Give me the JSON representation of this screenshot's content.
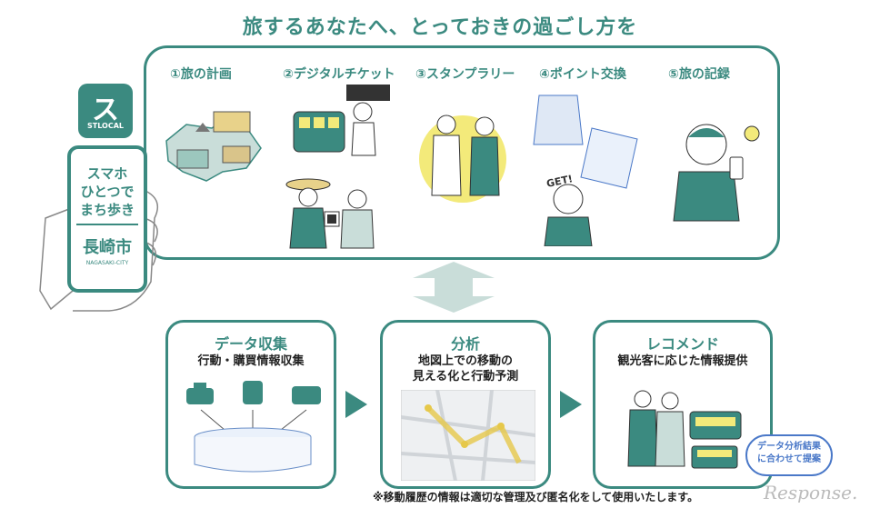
{
  "headline": "旅するあなたへ、とっておきの過ごし方を",
  "app": {
    "icon_glyph": "ス",
    "icon_name": "STLOCAL",
    "phone_lines": [
      "スマホ",
      "ひとつで",
      "まち歩き"
    ],
    "city": "長崎市",
    "city_roman": "NAGASAKI-CITY"
  },
  "steps": [
    {
      "label": "①旅の計画"
    },
    {
      "label": "②デジタルチケット"
    },
    {
      "label": "③スタンプラリー"
    },
    {
      "label": "④ポイント交換"
    },
    {
      "label": "⑤旅の記録"
    }
  ],
  "get_text": "GET!",
  "boxes": [
    {
      "title": "データ収集",
      "lines": [
        "行動・購買情報収集"
      ]
    },
    {
      "title": "分析",
      "lines": [
        "地図上での移動の",
        "見える化と行動予測"
      ]
    },
    {
      "title": "レコメンド",
      "lines": [
        "観光客に応じた情報提供"
      ]
    }
  ],
  "bubble_lines": [
    "データ分析結果",
    "に合わせて提案"
  ],
  "footnote": "※移動履歴の情報は適切な管理及び匿名化をして使用いたします。",
  "watermark": "Response.",
  "colors": {
    "teal": "#3b8a80",
    "light_teal": "#c9ddd9",
    "yellow": "#f3ea7a",
    "bubble_blue": "#4a78c8"
  }
}
